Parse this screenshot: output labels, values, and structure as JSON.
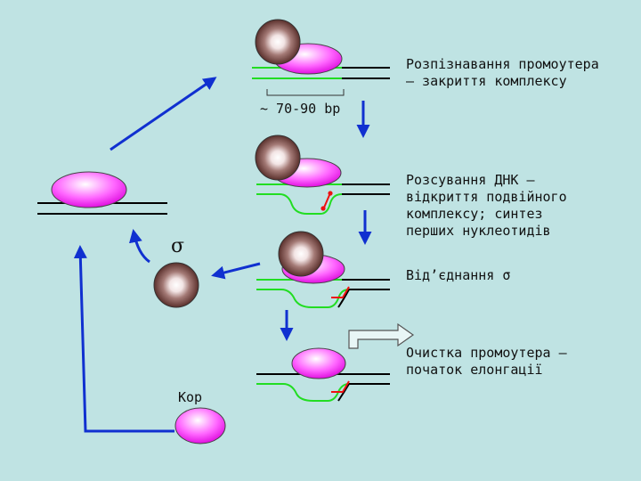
{
  "labels": {
    "step1_line1": "Розпізнавання промоутера",
    "step1_line2": "– закриття комплексу",
    "distance": "~ 70-90 bp",
    "step2_line1": "Розсування ДНК –",
    "step2_line2": "відкриття подвійного",
    "step2_line3": "комплексу; синтез",
    "step2_line4": "перших нуклеотидів",
    "step3": "Від’єднання σ",
    "step4_line1": "Очистка промоутера –",
    "step4_line2": "початок елонгації",
    "sigma": "σ",
    "core": "Кор"
  },
  "colors": {
    "background": "#bfe3e3",
    "arrow": "#1030d0",
    "core_fill": "#ff66ff",
    "promoter_green": "#22dd22",
    "rna_red": "#ee1111",
    "sigma_brown": "#7a4e4a",
    "dna_black": "#000000"
  }
}
